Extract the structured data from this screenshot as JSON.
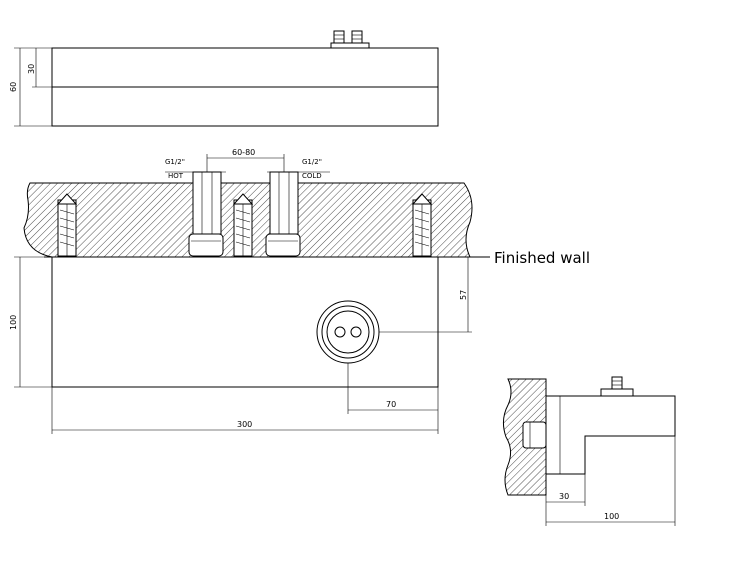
{
  "dimensions": {
    "top_height": "60",
    "top_inner": "30",
    "inlet_spacing": "60-80",
    "front_height": "100",
    "valve_from_top": "57",
    "valve_from_right": "70",
    "width": "300",
    "side_depth_inner": "30",
    "side_depth": "100"
  },
  "inlets": {
    "hot_size": "G1/2\"",
    "hot_label": "HOT",
    "cold_size": "G1/2\"",
    "cold_label": "COLD"
  },
  "labels": {
    "finished_wall": "Finished  wall"
  }
}
